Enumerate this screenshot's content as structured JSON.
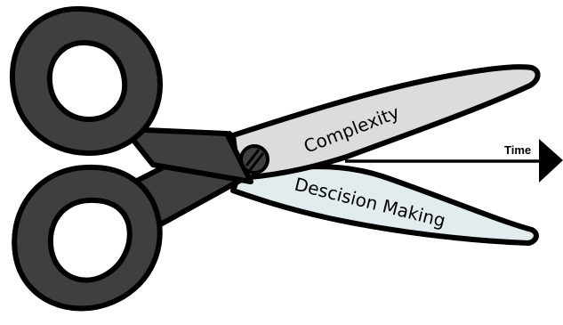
{
  "labels": {
    "upper_blade": "Complexity",
    "lower_blade": "Descision Making",
    "arrow": "Time"
  },
  "colors": {
    "handle": "#3f3f3f",
    "outline": "#000000",
    "upper_blade": "#dcdcdc",
    "lower_blade": "#e2ecef",
    "background": "#ffffff"
  },
  "icons": {
    "figure": "scissors-icon",
    "pivot": "screw-icon",
    "arrowhead": "arrowhead-icon"
  }
}
